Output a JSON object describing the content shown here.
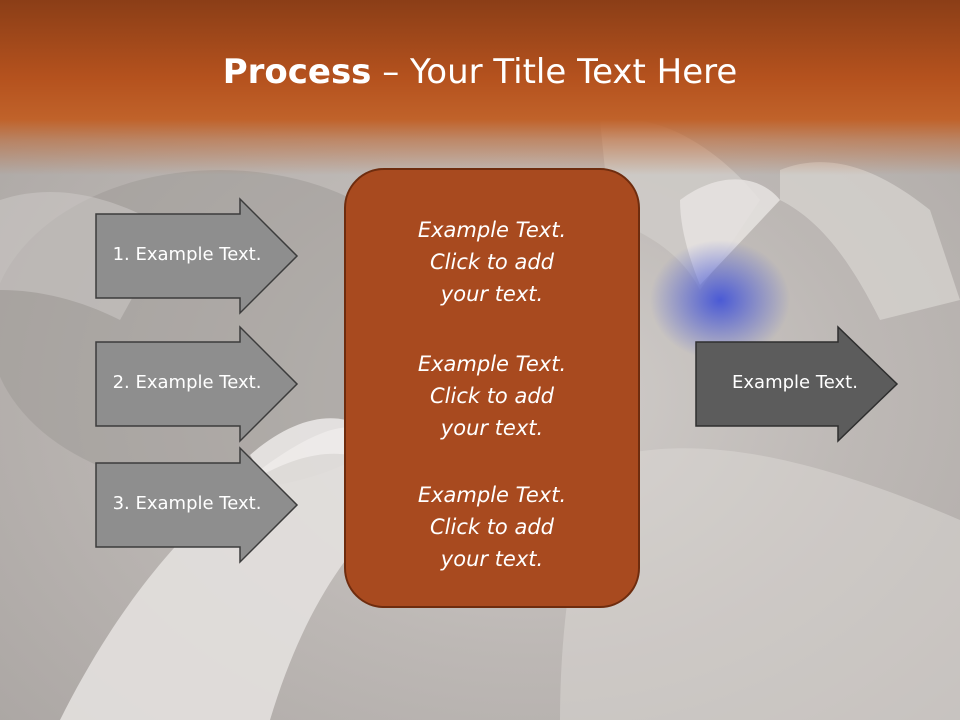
{
  "title": {
    "bold": "Process",
    "rest": " – Your Title Text Here"
  },
  "left_steps": [
    {
      "label": "1. Example Text."
    },
    {
      "label": "2. Example Text."
    },
    {
      "label": "3. Example Text."
    }
  ],
  "center_blocks": [
    {
      "lines": [
        "Example Text.",
        "Click  to add",
        "your text."
      ]
    },
    {
      "lines": [
        "Example Text.",
        "Click  to add",
        "your text."
      ]
    },
    {
      "lines": [
        "Example Text.",
        "Click  to add",
        "your text."
      ]
    }
  ],
  "output": {
    "label": "Example Text."
  },
  "colors": {
    "header": "#b5521e",
    "center_box": "#a84a1f",
    "left_arrow": "#8e8e8e",
    "right_arrow": "#5c5c5c",
    "title_text": "#ffffff"
  }
}
